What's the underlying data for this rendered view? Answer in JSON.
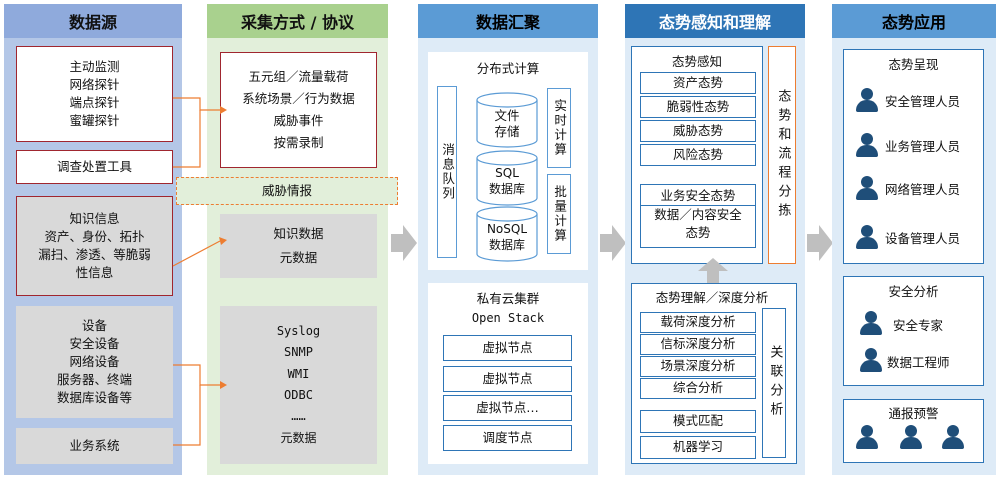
{
  "columns": {
    "col1": {
      "title": "数据源"
    },
    "col2": {
      "title": "采集方式 / 协议"
    },
    "col3": {
      "title": "数据汇聚"
    },
    "col4": {
      "title": "态势感知和理解"
    },
    "col5": {
      "title": "态势应用"
    }
  },
  "sources": {
    "active": [
      "主动监测",
      "网络探针",
      "端点探针",
      "蜜罐探针"
    ],
    "tool": "调查处置工具",
    "knowledge": [
      "知识信息",
      "资产、身份、拓扑",
      "漏扫、渗透、等脆弱",
      "性信息"
    ],
    "device": [
      "设备",
      "安全设备",
      "网络设备",
      "服务器、终端",
      "数据库设备等"
    ],
    "business": "业务系统"
  },
  "collect": {
    "flow": [
      "五元组／流量载荷",
      "系统场景／行为数据",
      "威胁事件",
      "按需录制"
    ],
    "intel": "威胁情报",
    "knowledge": [
      "知识数据",
      "元数据"
    ],
    "protocols": [
      "Syslog",
      "SNMP",
      "WMI",
      "ODBC",
      "……",
      "元数据"
    ]
  },
  "aggregate": {
    "distributed": "分布式计算",
    "mq": "消息队列",
    "file": "文件存储",
    "sql": "SQL 数据库",
    "sql_l1": "SQL",
    "sql_l2": "数据库",
    "nosql_l1": "NoSQL",
    "nosql_l2": "数据库",
    "file_l1": "文件",
    "file_l2": "存储",
    "realtime": "实时计算",
    "batch": "批量计算",
    "cloud": "私有云集群",
    "openstack": "Open Stack",
    "nodes": [
      "虚拟节点",
      "虚拟节点",
      "虚拟节点…",
      "调度节点"
    ]
  },
  "sense": {
    "title": "态势感知",
    "items": [
      "资产态势",
      "脆弱性态势",
      "威胁态势",
      "风险态势"
    ],
    "biz": "业务安全态势",
    "data1": "数据／内容安全",
    "data2": "态势",
    "flow": "态势和流程分拣",
    "understand": "态势理解／深度分析",
    "analysis": [
      "载荷深度分析",
      "信标深度分析",
      "场景深度分析",
      "综合分析"
    ],
    "pattern": "模式匹配",
    "ml": "机器学习",
    "correlate": "关联分析"
  },
  "apps": {
    "present": "态势呈现",
    "roles": [
      "安全管理人员",
      "业务管理人员",
      "网络管理人员",
      "设备管理人员"
    ],
    "analysis": "安全分析",
    "analysts": [
      "安全专家",
      "数据工程师"
    ],
    "alert": "通报预警"
  },
  "colors": {
    "col1_bg": "#b4c7e7",
    "col1_hdr": "#8faadc",
    "col2_bg": "#e2efda",
    "col2_hdr": "#a9d18e",
    "col3_bg": "#deebf7",
    "col3_hdr": "#5b9bd5",
    "col4_bg": "#deebf7",
    "col4_hdr": "#2e75b6",
    "col5_bg": "#deebf7",
    "col5_hdr": "#5b9bd5",
    "red": "#a0262f",
    "orange": "#ed7d31",
    "arrow_gray": "#bfbfbf"
  }
}
